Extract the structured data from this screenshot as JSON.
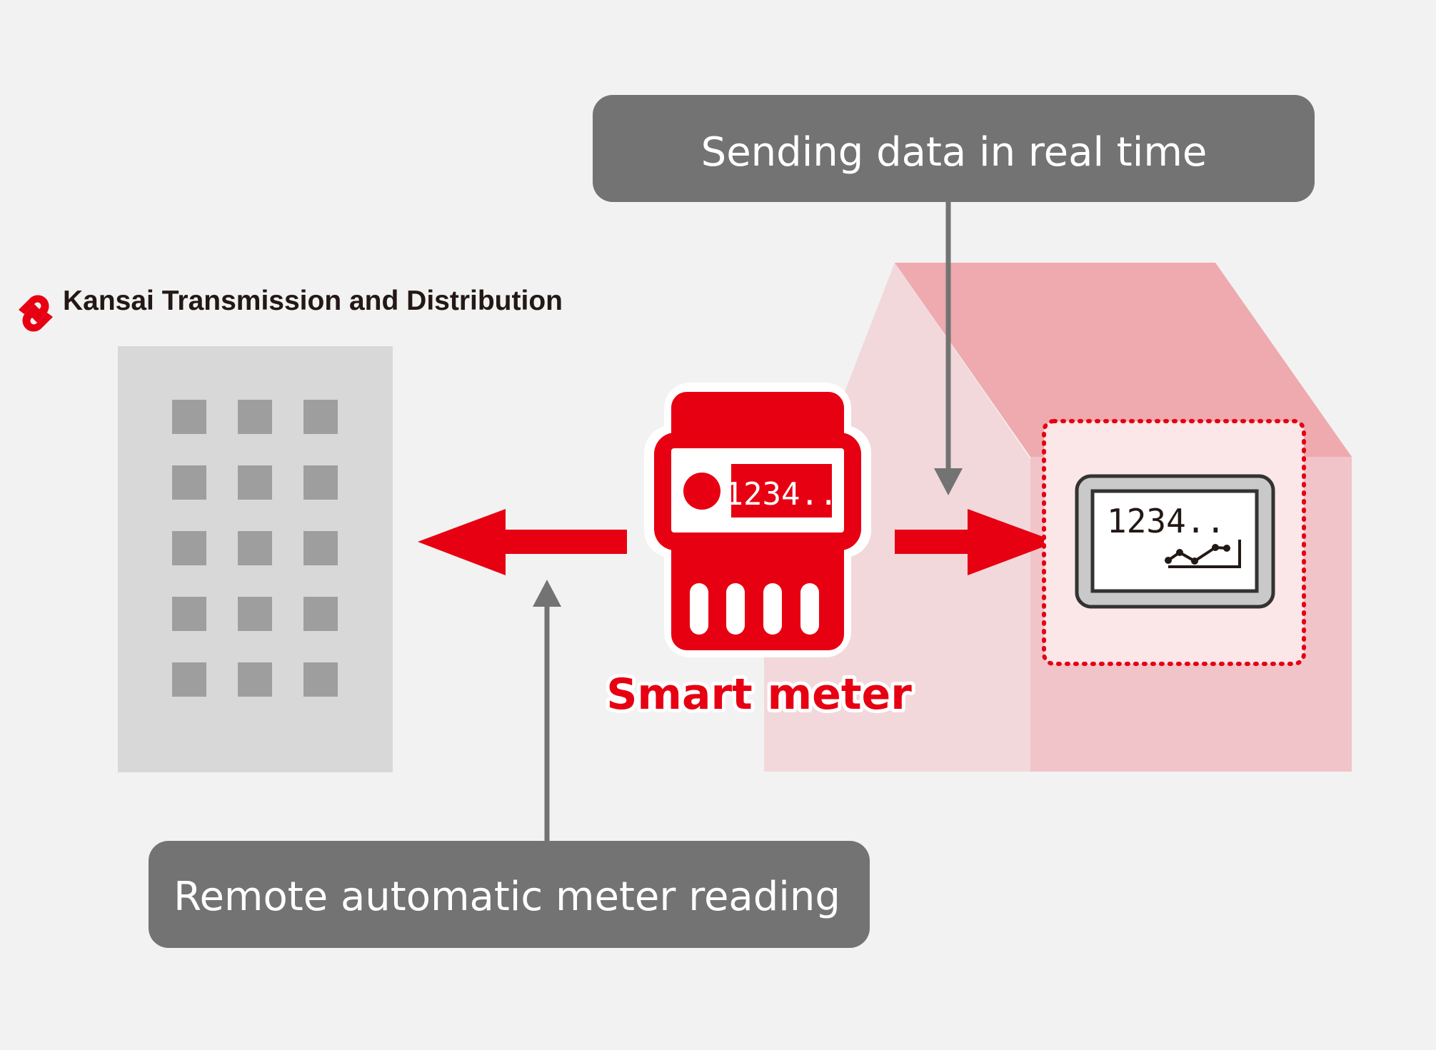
{
  "brand": {
    "name": "Kansai Transmission and Distribution"
  },
  "callouts": {
    "realtime": "Sending data in real time",
    "remote": "Remote automatic meter reading"
  },
  "meter": {
    "label": "Smart meter",
    "display": "1234.."
  },
  "home_display": {
    "reading": "1234.."
  },
  "colors": {
    "background": "#f2f2f2",
    "accent_red": "#e60012",
    "callout_gray": "#737373",
    "building_gray": "#d8d8d8",
    "window_gray": "#9e9e9e",
    "house_light": "#f2d8db",
    "house_mid": "#f0c4c9",
    "roof": "#eeaaae",
    "logo_red": "#e60012"
  },
  "icons": {
    "brand_logo": "kansai-logo-icon",
    "company_building": "office-building-icon",
    "house": "house-icon",
    "smart_meter": "smart-meter-icon",
    "display_device": "in-home-display-icon"
  }
}
